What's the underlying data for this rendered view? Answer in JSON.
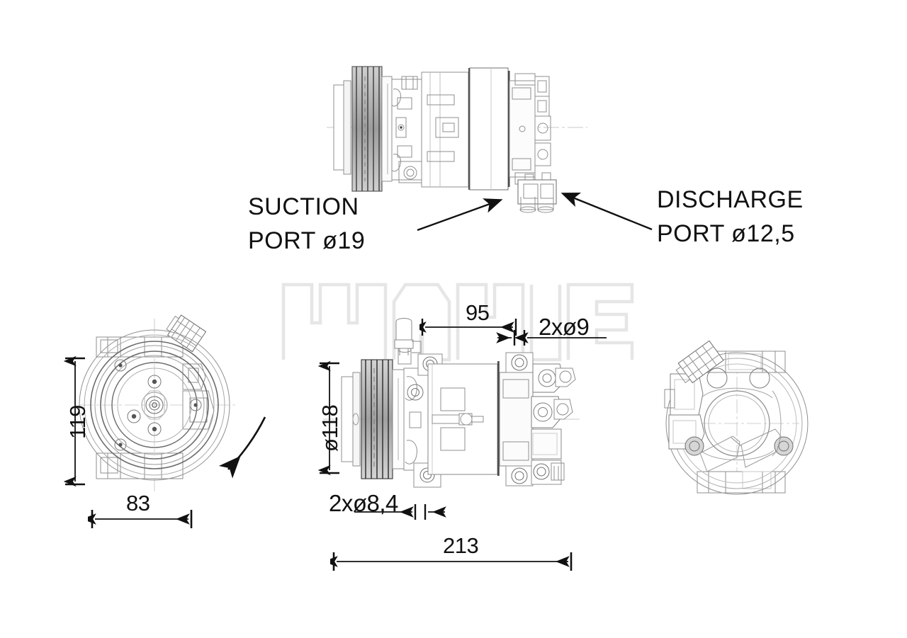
{
  "drawing": {
    "title": "Air conditioning compressor technical drawing",
    "brand_watermark": "MAHLE",
    "background_color": "#ffffff",
    "line_color": "#111111",
    "watermark_color": "#e8e8e8",
    "part_line_color": "#8a8a8a"
  },
  "callouts": {
    "suction": {
      "line1": "SUCTION",
      "line2": "PORT  ø19"
    },
    "discharge": {
      "line1": "DISCHARGE",
      "line2": "PORT ø12,5"
    }
  },
  "dimensions": {
    "height_front_view": "119",
    "width_front_view": "83",
    "pulley_diameter": "ø118",
    "overall_length": "213",
    "mount_offset": "95",
    "hole_top": "2xø9",
    "hole_bottom": "2xø8,4"
  },
  "views": {
    "top": "isometric-side-view-compressor",
    "front": "front-view-pulley",
    "side": "side-view-compressor",
    "rear": "rear-view-housing"
  }
}
